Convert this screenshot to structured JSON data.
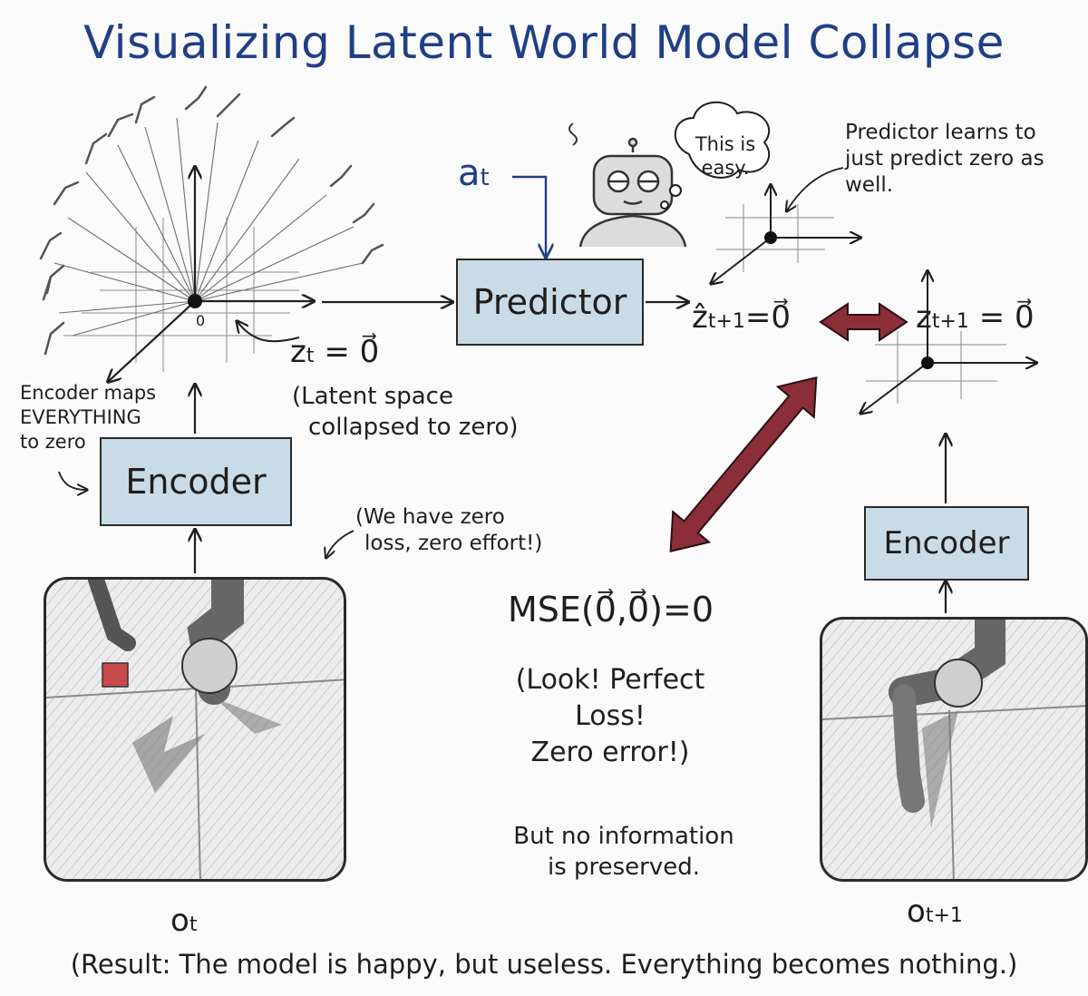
{
  "title": "Visualizing Latent World Model Collapse",
  "boxes": {
    "predictor": "Predictor",
    "encoder_left": "Encoder",
    "encoder_right": "Encoder"
  },
  "labels": {
    "action": "a",
    "action_sub": "t",
    "z_t": "z",
    "z_t_sub": "t",
    "z_t_eq": "= 0⃗",
    "origin": "0",
    "latent_note_1": "(Latent space",
    "latent_note_2": "collapsed to zero)",
    "encoder_note_1": "Encoder maps",
    "encoder_note_2": "EVERYTHING",
    "encoder_note_3": "to zero",
    "zero_loss_1": "(We have zero",
    "zero_loss_2": "loss, zero effort!)",
    "robot_thought_1": "This is",
    "robot_thought_2": "easy.",
    "predictor_note_1": "Predictor learns to",
    "predictor_note_2": "just predict zero as",
    "predictor_note_3": "well.",
    "zhat": "ẑ",
    "zhat_sub": "t+1",
    "zhat_eq": "=0⃗",
    "z_next": "z",
    "z_next_sub": "t+1",
    "z_next_eq": "= 0⃗",
    "mse": "MSE(0⃗,0⃗)=0",
    "perfect_1": "(Look! Perfect",
    "perfect_2": "Loss!",
    "perfect_3": "Zero error!)",
    "no_info_1": "But no information",
    "no_info_2": "is preserved.",
    "o_t": "o",
    "o_t_sub": "t",
    "o_next": "o",
    "o_next_sub": "t+1",
    "result": "(Result: The model is happy, but useless. Everything becomes nothing.)"
  },
  "colors": {
    "title": "#1f3f86",
    "box_fill": "#c9dbe6",
    "double_arrow": "#8b2e3a",
    "ink": "#1e1e1e"
  }
}
